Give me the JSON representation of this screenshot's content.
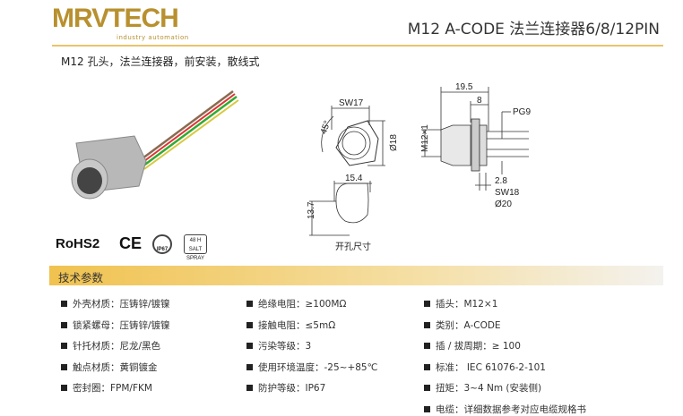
{
  "brand": {
    "name": "MRVTECH",
    "tagline": "industry automation"
  },
  "header": {
    "title": "M12 A-CODE 法兰连接器6/8/12PIN",
    "subtitle": "M12 孔头，法兰连接器，前安装，散线式"
  },
  "certifications": [
    "RoHS2",
    "CE",
    "IP67",
    "48 H SALT SPRAY"
  ],
  "drawing": {
    "sw17": "SW17",
    "angle": "45°",
    "d18": "Ø18",
    "w154": "15.4",
    "h137": "13.7",
    "cutout": "开孔尺寸",
    "l195": "19.5",
    "l8": "8",
    "pg9": "PG9",
    "m12": "M12×1",
    "l28": "2.8",
    "sw18": "SW18",
    "d20": "Ø20"
  },
  "section_title": "技术参数",
  "specs": {
    "col1": [
      "外壳材质：压铸锌/镀镍",
      "锁紧螺母：压铸锌/镀镍",
      "针托材质：尼龙/黑色",
      "触点材质：黄铜镀金",
      "密封圈：FPM/FKM"
    ],
    "col2": [
      "绝缘电阻：≥100MΩ",
      "接触电阻：≤5mΩ",
      "污染等级：3",
      "使用环境温度：-25~+85℃",
      "防护等级：IP67"
    ],
    "col3": [
      "插头：M12×1",
      "类别：A-CODE",
      "插 / 拔周期：≥ 100",
      "标准： IEC 61076-2-101",
      "扭矩：3~4 Nm (安装侧)",
      "电缆：详细数据参考对应电缆规格书"
    ]
  }
}
